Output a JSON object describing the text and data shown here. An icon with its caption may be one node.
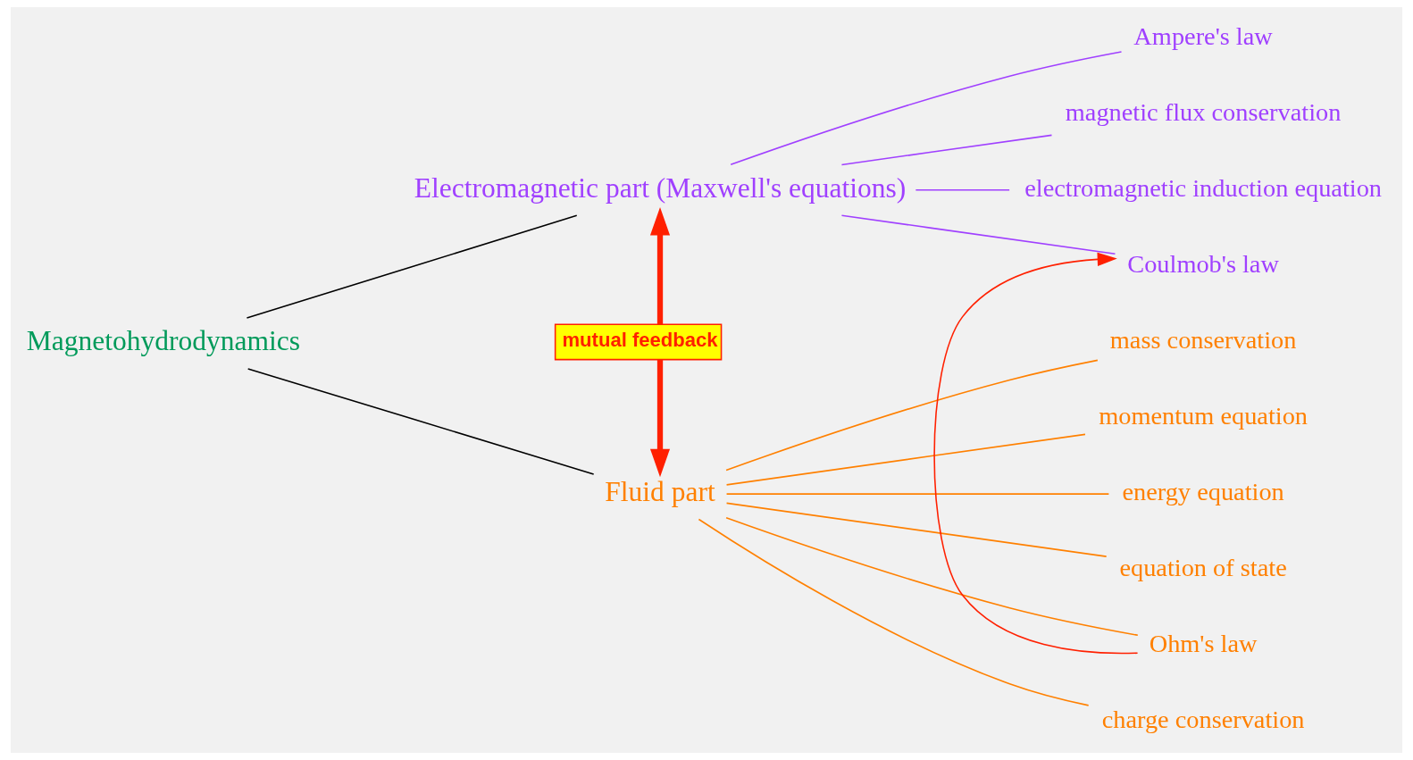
{
  "diagram": {
    "nodes": [
      {
        "text": [
          "Magnetohydrodynamics"
        ]
      },
      {
        "text": [
          "Electromagnetic part (Maxwell's equations)"
        ]
      },
      {
        "text": [
          "Ampere's law"
        ]
      },
      {
        "text": [
          "magnetic flux conservation"
        ]
      },
      {
        "text": [
          "electromagnetic induction equation"
        ]
      },
      {
        "text": [
          "Coulmob's law"
        ]
      },
      {
        "text": [
          "Fluid part"
        ]
      },
      {
        "text": [
          "mass conservation"
        ]
      },
      {
        "text": [
          "momentum equation"
        ]
      },
      {
        "text": [
          "energy equation"
        ]
      },
      {
        "text": [
          "equation of state"
        ]
      },
      {
        "text": [
          "Ohm's law"
        ]
      },
      {
        "text": [
          "charge conservation"
        ]
      }
    ],
    "edges": [
      {
        "from": 0,
        "to": 1,
        "arrow": "none",
        "color": "#000000"
      },
      {
        "from": 0,
        "to": 6,
        "arrow": "none",
        "color": "#000000"
      },
      {
        "from": 1,
        "to": 2,
        "arrow": "none",
        "color": "#a040ff"
      },
      {
        "from": 1,
        "to": 3,
        "arrow": "none",
        "color": "#a040ff"
      },
      {
        "from": 1,
        "to": 4,
        "arrow": "none",
        "color": "#a040ff"
      },
      {
        "from": 1,
        "to": 5,
        "arrow": "none",
        "color": "#a040ff"
      },
      {
        "from": 6,
        "to": 7,
        "arrow": "none",
        "color": "#ff8000"
      },
      {
        "from": 6,
        "to": 8,
        "arrow": "none",
        "color": "#ff8000"
      },
      {
        "from": 6,
        "to": 9,
        "arrow": "none",
        "color": "#ff8000"
      },
      {
        "from": 6,
        "to": 10,
        "arrow": "none",
        "color": "#ff8000"
      },
      {
        "from": 6,
        "to": 11,
        "arrow": "none",
        "color": "#ff8000"
      },
      {
        "from": 6,
        "to": 12,
        "arrow": "none",
        "color": "#ff8000"
      },
      {
        "from": 1,
        "to": 6,
        "arrow": "both",
        "label": "mutual feedback",
        "style": "thick",
        "color": "#ff2000"
      },
      {
        "from": 11,
        "to": 5,
        "arrow": "to",
        "color": "#ff2000"
      }
    ]
  }
}
